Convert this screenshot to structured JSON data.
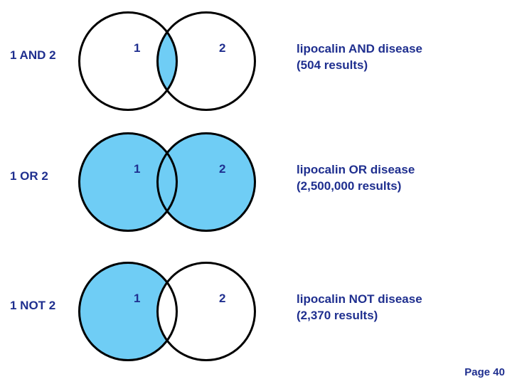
{
  "slide": {
    "page_label": "Page 40",
    "accent_color": "#1f2f8f",
    "fill_color": "#6fcdf5",
    "outline_color": "#000000"
  },
  "rows": [
    {
      "operation": "1 AND 2",
      "left_number": "1",
      "right_number": "2",
      "description_line1": "lipocalin AND disease",
      "description_line2": "(504 results)",
      "shading": "intersection-only"
    },
    {
      "operation": "1 OR 2",
      "left_number": "1",
      "right_number": "2",
      "description_line1": "lipocalin OR disease",
      "description_line2": "(2,500,000 results)",
      "shading": "both-circles"
    },
    {
      "operation": "1 NOT 2",
      "left_number": "1",
      "right_number": "2",
      "description_line1": "lipocalin NOT disease",
      "description_line2": "(2,370 results)",
      "shading": "left-minus-intersection"
    }
  ]
}
